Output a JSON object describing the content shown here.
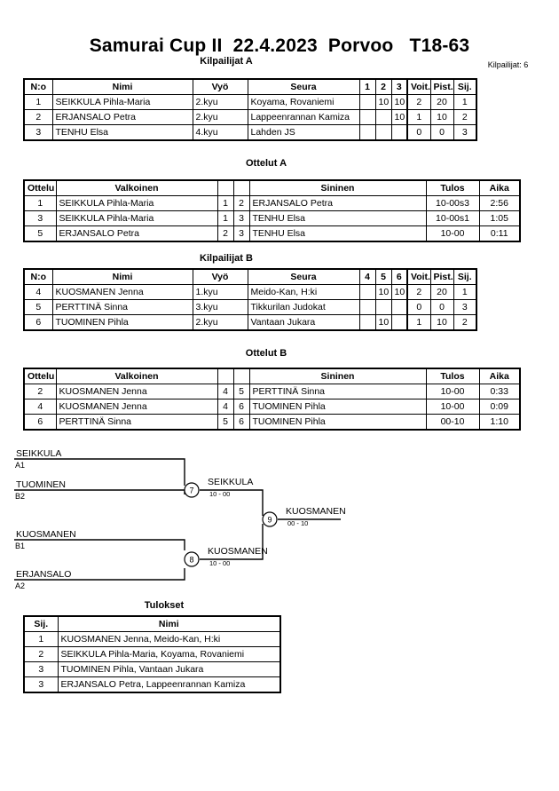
{
  "title": "Samurai Cup II  22.4.2023  Porvoo   T18-63",
  "entry_count_label": "Kilpailijat: 6",
  "pools": [
    {
      "caption": "Kilpailijat A",
      "headers": [
        "N:o",
        "Nimi",
        "Vyö",
        "Seura",
        "1",
        "2",
        "3",
        "Voit.",
        "Pist.",
        "Sij."
      ],
      "rows": [
        {
          "no": "1",
          "name": "SEIKKULA Pihla-Maria",
          "belt": "2.kyu",
          "club": "Koyama, Rovaniemi",
          "m1": "",
          "m2": "10",
          "m3": "10",
          "wins": "2",
          "points": "20",
          "rank": "1"
        },
        {
          "no": "2",
          "name": "ERJANSALO Petra",
          "belt": "2.kyu",
          "club": "Lappeenrannan Kamiza",
          "m1": "",
          "m2": "",
          "m3": "10",
          "wins": "1",
          "points": "10",
          "rank": "2"
        },
        {
          "no": "3",
          "name": "TENHU Elsa",
          "belt": "4.kyu",
          "club": "Lahden JS",
          "m1": "",
          "m2": "",
          "m3": "",
          "wins": "0",
          "points": "0",
          "rank": "3"
        }
      ]
    },
    {
      "caption": "Kilpailijat B",
      "headers": [
        "N:o",
        "Nimi",
        "Vyö",
        "Seura",
        "4",
        "5",
        "6",
        "Voit.",
        "Pist.",
        "Sij."
      ],
      "rows": [
        {
          "no": "4",
          "name": "KUOSMANEN Jenna",
          "belt": "1.kyu",
          "club": "Meido-Kan, H:ki",
          "m1": "",
          "m2": "10",
          "m3": "10",
          "wins": "2",
          "points": "20",
          "rank": "1"
        },
        {
          "no": "5",
          "name": "PERTTINÄ Sinna",
          "belt": "3.kyu",
          "club": "Tikkurilan Judokat",
          "m1": "",
          "m2": "",
          "m3": "",
          "wins": "0",
          "points": "0",
          "rank": "3"
        },
        {
          "no": "6",
          "name": "TUOMINEN Pihla",
          "belt": "2.kyu",
          "club": "Vantaan Jukara",
          "m1": "",
          "m2": "10",
          "m3": "",
          "wins": "1",
          "points": "10",
          "rank": "2"
        }
      ]
    }
  ],
  "matches": [
    {
      "caption": "Ottelut A",
      "headers": [
        "Ottelu",
        "Valkoinen",
        "",
        "",
        "Sininen",
        "Tulos",
        "Aika"
      ],
      "rows": [
        {
          "no": "1",
          "white": "SEIKKULA Pihla-Maria",
          "wnum": "1",
          "bnum": "2",
          "blue": "ERJANSALO Petra",
          "result": "10-00s3",
          "time": "2:56"
        },
        {
          "no": "3",
          "white": "SEIKKULA Pihla-Maria",
          "wnum": "1",
          "bnum": "3",
          "blue": "TENHU Elsa",
          "result": "10-00s1",
          "time": "1:05"
        },
        {
          "no": "5",
          "white": "ERJANSALO Petra",
          "wnum": "2",
          "bnum": "3",
          "blue": "TENHU Elsa",
          "result": "10-00",
          "time": "0:11"
        }
      ]
    },
    {
      "caption": "Ottelut B",
      "headers": [
        "Ottelu",
        "Valkoinen",
        "",
        "",
        "Sininen",
        "Tulos",
        "Aika"
      ],
      "rows": [
        {
          "no": "2",
          "white": "KUOSMANEN Jenna",
          "wnum": "4",
          "bnum": "5",
          "blue": "PERTTINÄ Sinna",
          "result": "10-00",
          "time": "0:33"
        },
        {
          "no": "4",
          "white": "KUOSMANEN Jenna",
          "wnum": "4",
          "bnum": "6",
          "blue": "TUOMINEN Pihla",
          "result": "10-00",
          "time": "0:09"
        },
        {
          "no": "6",
          "white": "PERTTINÄ Sinna",
          "wnum": "5",
          "bnum": "6",
          "blue": "TUOMINEN Pihla",
          "result": "00-10",
          "time": "1:10"
        }
      ]
    }
  ],
  "bracket": {
    "entrants": [
      {
        "name": "SEIKKULA",
        "seed": "A1"
      },
      {
        "name": "TUOMINEN",
        "seed": "B2"
      },
      {
        "name": "KUOSMANEN",
        "seed": "B1"
      },
      {
        "name": "ERJANSALO",
        "seed": "A2"
      }
    ],
    "semifinals": [
      {
        "number": "7",
        "winner": "SEIKKULA",
        "score": "10 - 00"
      },
      {
        "number": "8",
        "winner": "KUOSMANEN",
        "score": "10 - 00"
      }
    ],
    "final": {
      "number": "9",
      "winner": "KUOSMANEN",
      "score": "00 - 10"
    }
  },
  "results": {
    "caption": "Tulokset",
    "headers": [
      "Sij.",
      "Nimi"
    ],
    "rows": [
      {
        "rank": "1",
        "name": "KUOSMANEN Jenna, Meido-Kan, H:ki"
      },
      {
        "rank": "2",
        "name": "SEIKKULA Pihla-Maria, Koyama, Rovaniemi"
      },
      {
        "rank": "3",
        "name": "TUOMINEN Pihla, Vantaan Jukara"
      },
      {
        "rank": "3",
        "name": "ERJANSALO Petra, Lappeenrannan Kamiza"
      }
    ]
  }
}
